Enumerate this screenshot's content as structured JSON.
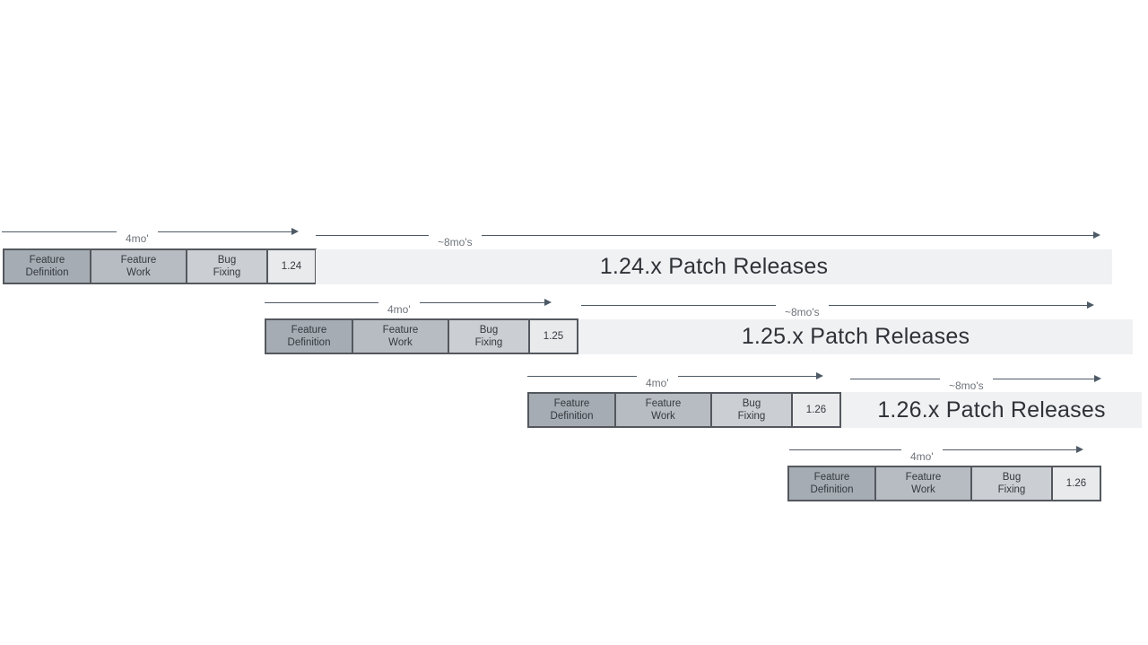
{
  "diagram": {
    "cycle_label": "4mo'",
    "patch_window_label": "~8mo's",
    "stage_labels": {
      "feature_definition": "Feature\nDefinition",
      "feature_work": "Feature\nWork",
      "bug_fixing": "Bug\nFixing"
    },
    "rows": [
      {
        "version": "1.24",
        "patch_releases": "1.24.x Patch Releases"
      },
      {
        "version": "1.25",
        "patch_releases": "1.25.x Patch Releases"
      },
      {
        "version": "1.26",
        "patch_releases": "1.26.x Patch Releases"
      },
      {
        "version": "1.26"
      }
    ],
    "colors": {
      "feature_definition_fill": "#a6acb3",
      "feature_work_fill": "#b7bcc2",
      "bug_fixing_fill": "#cbcfd4",
      "version_fill": "#e8eaec",
      "patch_bar_fill": "#f0f1f3",
      "box_border": "#54585e",
      "arrow": "#4e5a66",
      "text_dark": "#34393f",
      "label_gray": "#6e747b"
    }
  }
}
